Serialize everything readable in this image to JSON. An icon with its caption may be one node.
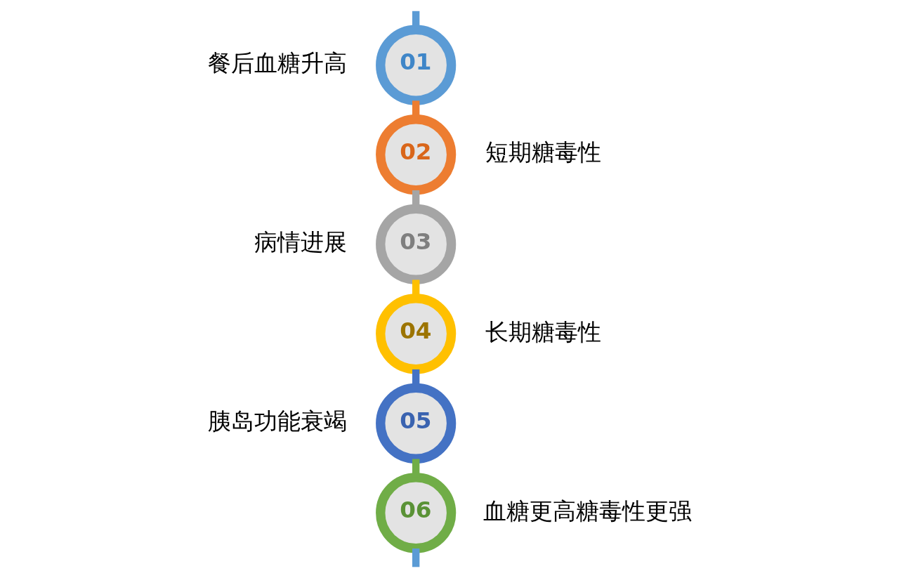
{
  "diagram": {
    "nodes": [
      {
        "text": [
          "01"
        ],
        "beside": [
          "餐后血糖升高"
        ]
      },
      {
        "text": [
          "02"
        ],
        "beside": [
          "短期糖毒性"
        ]
      },
      {
        "text": [
          "03"
        ],
        "beside": [
          "病情进展"
        ]
      },
      {
        "text": [
          "04"
        ],
        "beside": [
          "长期糖毒性"
        ]
      },
      {
        "text": [
          "05"
        ],
        "beside": [
          "胰岛功能衰竭"
        ]
      },
      {
        "text": [
          "06"
        ],
        "beside": [
          "血糖更高糖毒性更强"
        ]
      }
    ],
    "edges": [
      {
        "from": null,
        "to": 0,
        "arrow": "none",
        "color": "#5b9bd5"
      },
      {
        "from": 0,
        "to": 1,
        "arrow": "none",
        "color": "#ed7d31"
      },
      {
        "from": 1,
        "to": 2,
        "arrow": "none",
        "color": "#a5a5a5"
      },
      {
        "from": 2,
        "to": 3,
        "arrow": "none",
        "color": "#ffc000"
      },
      {
        "from": 3,
        "to": 4,
        "arrow": "none",
        "color": "#4472c4"
      },
      {
        "from": 4,
        "to": 5,
        "arrow": "none",
        "color": "#70ad47"
      },
      {
        "from": 5,
        "to": null,
        "arrow": "none",
        "color": "#5b9bd5"
      }
    ]
  }
}
